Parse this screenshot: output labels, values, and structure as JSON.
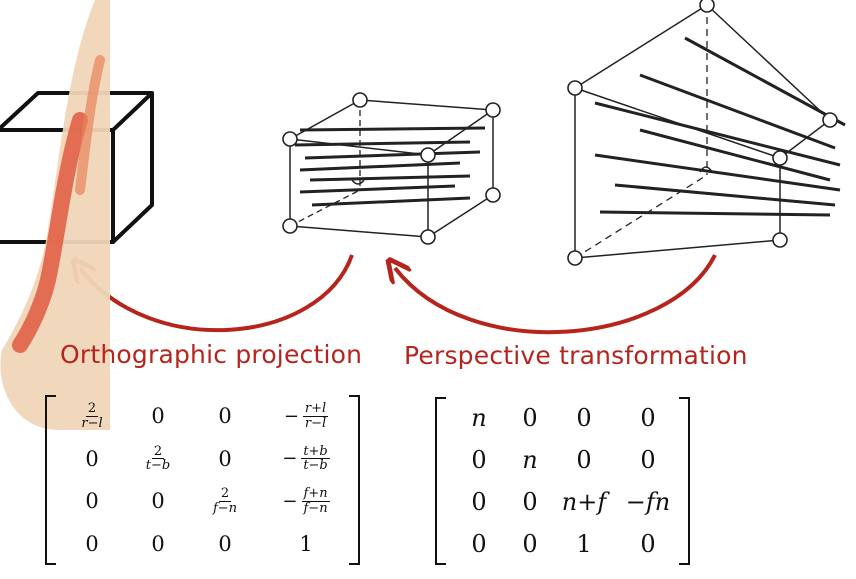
{
  "captions": {
    "orthographic": "Orthographic projection",
    "perspective": "Perspective transformation"
  },
  "colors": {
    "accent": "#b5251e",
    "ink": "#111111",
    "background": "#ffffff"
  },
  "orthographic_matrix": {
    "rows": [
      [
        {
          "frac": {
            "num": "2",
            "den": "r−l"
          }
        },
        {
          "text": "0"
        },
        {
          "text": "0"
        },
        {
          "neg": "−",
          "frac": {
            "num": "r+l",
            "den": "r−l"
          }
        }
      ],
      [
        {
          "text": "0"
        },
        {
          "frac": {
            "num": "2",
            "den": "t−b"
          }
        },
        {
          "text": "0"
        },
        {
          "neg": "−",
          "frac": {
            "num": "t+b",
            "den": "t−b"
          }
        }
      ],
      [
        {
          "text": "0"
        },
        {
          "text": "0"
        },
        {
          "frac": {
            "num": "2",
            "den": "f−n"
          }
        },
        {
          "neg": "−",
          "frac": {
            "num": "f+n",
            "den": "f−n"
          }
        }
      ],
      [
        {
          "text": "0"
        },
        {
          "text": "0"
        },
        {
          "text": "0"
        },
        {
          "text": "1"
        }
      ]
    ]
  },
  "perspective_matrix": {
    "rows": [
      [
        {
          "text": "n",
          "italic": true
        },
        {
          "text": "0"
        },
        {
          "text": "0"
        },
        {
          "text": "0"
        }
      ],
      [
        {
          "text": "0"
        },
        {
          "text": "n",
          "italic": true
        },
        {
          "text": "0"
        },
        {
          "text": "0"
        }
      ],
      [
        {
          "text": "0"
        },
        {
          "text": "0"
        },
        {
          "text": "n+f",
          "italic": true
        },
        {
          "text": "−fn",
          "italic": true
        }
      ],
      [
        {
          "text": "0"
        },
        {
          "text": "0"
        },
        {
          "text": "1"
        },
        {
          "text": "0"
        }
      ]
    ]
  },
  "icons": {
    "cube": "cube-icon",
    "box_volume": "box-volume-icon",
    "frustum": "frustum-icon",
    "arrow": "curved-arrow-icon"
  }
}
